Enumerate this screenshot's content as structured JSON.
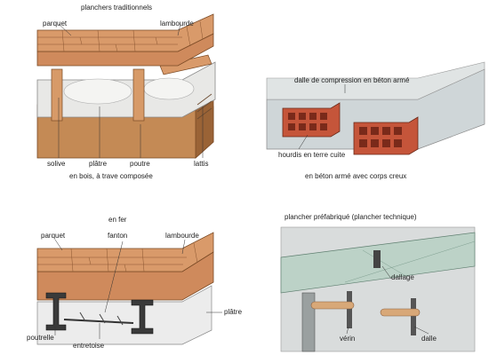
{
  "panel_traditional": {
    "title": "planchers traditionnels",
    "caption": "en bois, à trave composée",
    "labels": {
      "parquet": "parquet",
      "lambourde": "lambourde",
      "solive": "solive",
      "platre": "plâtre",
      "poutre": "poutre",
      "lattis": "lattis"
    }
  },
  "panel_concrete": {
    "top_label": "dalle de compression en béton armé",
    "hourdis": "hourdis en terre cuite",
    "caption": "en béton armé avec corps creux"
  },
  "panel_iron": {
    "title": "en fer",
    "labels": {
      "parquet": "parquet",
      "fanton": "fanton",
      "lambourde": "lambourde",
      "platre": "plâtre",
      "poutrelle": "poutrelle",
      "entretoise": "entretoise"
    }
  },
  "panel_prefab": {
    "title": "plancher préfabriqué (plancher technique)",
    "labels": {
      "dallage": "dallage",
      "verin": "vérin",
      "dalle": "dalle"
    }
  },
  "colors": {
    "wood": "#cf8a5c",
    "wood_dark": "#a8623a",
    "brick": "#c5553a",
    "concrete": "#cfd6d8",
    "plaster": "#ececec",
    "steel": "#3a3a3a",
    "glass": "#bcd2c7"
  }
}
